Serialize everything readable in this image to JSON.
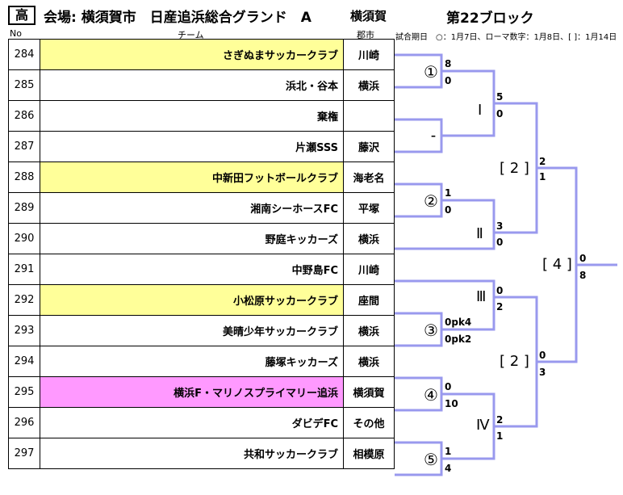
{
  "header": {
    "badge": "高",
    "title": "会場: 横須賀市　日産追浜総合グランド　A",
    "venue2": "横須賀",
    "block": "第22ブロック"
  },
  "columns": {
    "no": "No",
    "team": "チーム",
    "city": "郡市"
  },
  "note": "試合期日　○：1月7日、ローマ数字：1月8日、[ ]：1月14日",
  "rows": [
    {
      "no": "284",
      "team": "さぎぬまサッカークラブ",
      "city": "川崎",
      "hl": "yellow"
    },
    {
      "no": "285",
      "team": "浜北・谷本",
      "city": "横浜",
      "hl": ""
    },
    {
      "no": "286",
      "team": "棄権",
      "city": "",
      "hl": ""
    },
    {
      "no": "287",
      "team": "片瀬SSS",
      "city": "藤沢",
      "hl": ""
    },
    {
      "no": "288",
      "team": "中新田フットボールクラブ",
      "city": "海老名",
      "hl": "yellow"
    },
    {
      "no": "289",
      "team": "湘南シーホースFC",
      "city": "平塚",
      "hl": ""
    },
    {
      "no": "290",
      "team": "野庭キッカーズ",
      "city": "横浜",
      "hl": ""
    },
    {
      "no": "291",
      "team": "中野島FC",
      "city": "川崎",
      "hl": ""
    },
    {
      "no": "292",
      "team": "小松原サッカークラブ",
      "city": "座間",
      "hl": "yellow"
    },
    {
      "no": "293",
      "team": "美晴少年サッカークラブ",
      "city": "横浜",
      "hl": ""
    },
    {
      "no": "294",
      "team": "藤塚キッカーズ",
      "city": "横浜",
      "hl": ""
    },
    {
      "no": "295",
      "team": "横浜F・マリノスプライマリー追浜",
      "city": "横須賀",
      "hl": "pink"
    },
    {
      "no": "296",
      "team": "ダビデFC",
      "city": "その他",
      "hl": ""
    },
    {
      "no": "297",
      "team": "共和サッカークラブ",
      "city": "相模原",
      "hl": ""
    }
  ],
  "bracket": {
    "line_color": "#9999ee",
    "rounds": {
      "m1": "①",
      "m2": "②",
      "m3": "③",
      "m4": "④",
      "m5": "⑤",
      "r1": "Ⅰ",
      "r2": "Ⅱ",
      "r3": "Ⅲ",
      "r4": "Ⅳ",
      "s1": "[ 2 ]",
      "s2": "[ 2 ]",
      "final": "[ 4 ]",
      "bye": "–"
    },
    "scores": {
      "m1a": "8",
      "m1b": "0",
      "m2a": "1",
      "m2b": "0",
      "m3a": "0pk4",
      "m3b": "0pk2",
      "m4a": "0",
      "m4b": "10",
      "m5a": "1",
      "m5b": "4",
      "r1a": "5",
      "r1b": "0",
      "r2a": "3",
      "r2b": "0",
      "r3a": "0",
      "r3b": "2",
      "r4a": "2",
      "r4b": "1",
      "s1a": "2",
      "s1b": "1",
      "s2a": "0",
      "s2b": "3",
      "fa": "0",
      "fb": "8"
    }
  }
}
